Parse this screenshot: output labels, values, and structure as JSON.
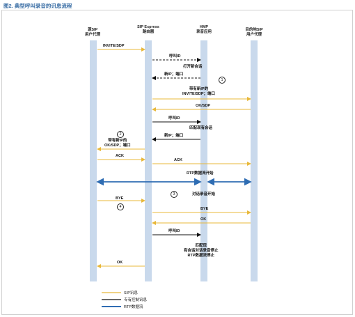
{
  "title": "图2. 典型呼叫录音的讯息流程",
  "participants": {
    "source": [
      "源SIP",
      "用户代理"
    ],
    "router": [
      "SIP Express",
      "路由器"
    ],
    "hmp": [
      "HMP",
      "录音应用"
    ],
    "dest": [
      "目的地SIP",
      "用户代理"
    ]
  },
  "messages": {
    "invite_sdp": "INVITE/SDP",
    "call_id_1": "呼叫ID",
    "open_session": "打开新会话",
    "new_ip_port_1": "新IP；端口",
    "invite_new_ip": [
      "带有新IP的",
      "INVITE/SDP；端口"
    ],
    "ok_sdp": "OK/SDP",
    "call_id_2": "呼叫ID",
    "match_session": "匹配现有会话",
    "new_ip_port_2": "新IP；端口",
    "ok_new_ip": [
      "带有新IP的",
      "OK/SDP；端口"
    ],
    "ack_left": "ACK",
    "ack_right": "ACK",
    "rtp_start": "RTP数据流开始",
    "recording_start": "对话录音开始",
    "bye_left": "BYE",
    "bye_right": "BYE",
    "ok_right": "OK",
    "call_id_3": "呼叫ID",
    "match_stop": [
      "匹配现",
      "有会话对话录音停止",
      "RTP数据流停止"
    ],
    "ok_left": "OK"
  },
  "markers": [
    "1",
    "2",
    "3",
    "4"
  ],
  "legend": {
    "sip": "SIP讯息",
    "proprietary": "专有控制讯息",
    "rtp": "RTP数据流"
  },
  "colors": {
    "sip": "#e8b83a",
    "proprietary": "#111111",
    "rtp": "#2f6db3",
    "lane": "#c9d9ec",
    "title": "#3a6ea5"
  }
}
